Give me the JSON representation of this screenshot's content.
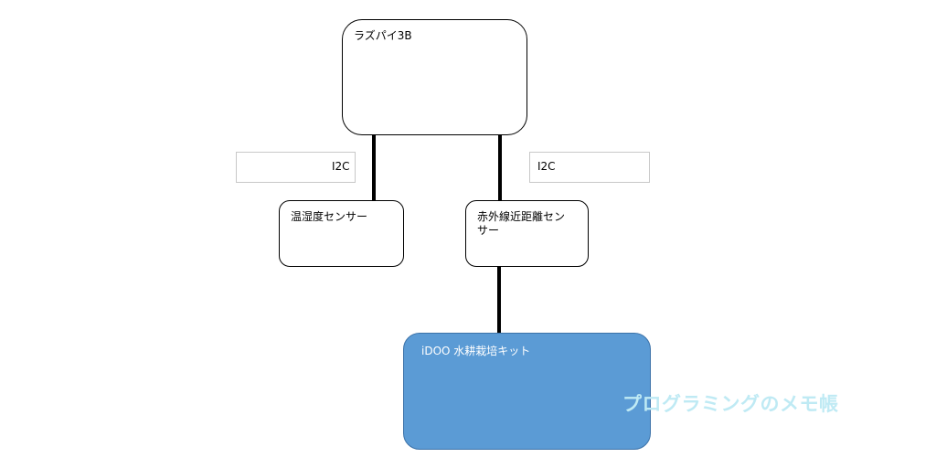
{
  "nodes": {
    "raspi": {
      "label": "ラズパイ3B"
    },
    "temp_sensor": {
      "label": "温湿度センサー"
    },
    "ir_sensor": {
      "label": "赤外線近距離センサー"
    },
    "hydro_kit": {
      "label": "iDOO 水耕栽培キット",
      "fill": "#5b9bd5"
    }
  },
  "edge_labels": {
    "left": "I2C",
    "right": "I2C"
  },
  "watermark": {
    "text": "プログラミングのメモ帳",
    "color": "#bfeaf4"
  }
}
